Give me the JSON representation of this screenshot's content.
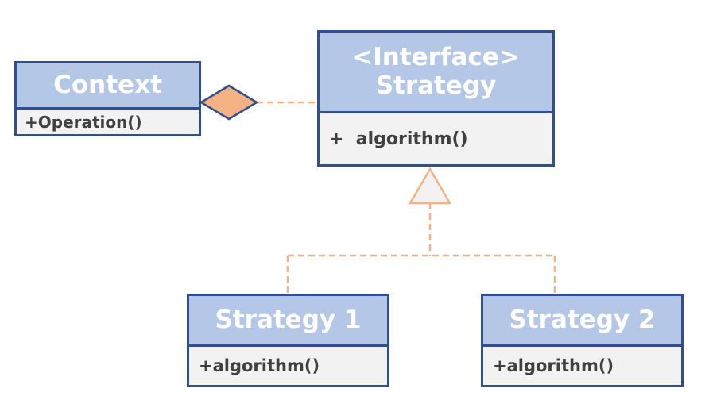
{
  "colors": {
    "box_header_fill": "#b4c7e7",
    "box_body_fill": "#f2f2f2",
    "box_border": "#2f4f8f",
    "connector": "#f4b183",
    "diamond_fill": "#f4b183"
  },
  "context": {
    "title": "Context",
    "member": "+Operation()"
  },
  "strategy_interface": {
    "stereotype": "<Interface>",
    "title": "Strategy",
    "member": "+  algorithm()"
  },
  "strategy1": {
    "title": "Strategy 1",
    "member": "+algorithm()"
  },
  "strategy2": {
    "title": "Strategy 2",
    "member": "+algorithm()"
  }
}
